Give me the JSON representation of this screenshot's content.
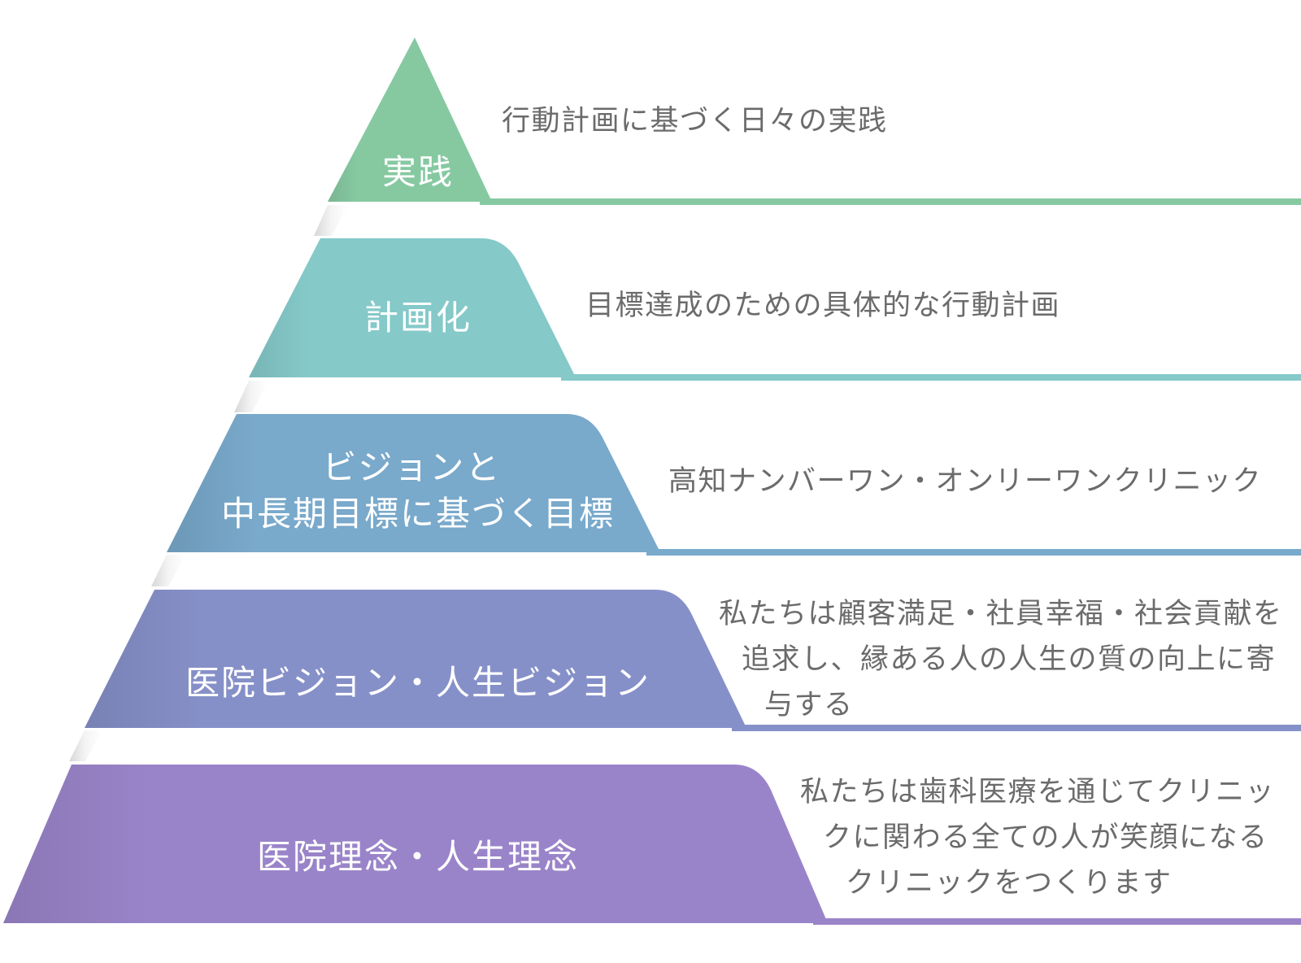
{
  "tiers": [
    {
      "label_lines": [
        "実践"
      ],
      "description_lines": [
        "行動計画に基づく日々の実践"
      ],
      "color": "#86c9a1"
    },
    {
      "label_lines": [
        "計画化"
      ],
      "description_lines": [
        "目標達成のための具体的な行動計画"
      ],
      "color": "#85c9c9"
    },
    {
      "label_lines": [
        "ビジョンと",
        "中長期目標に基づく目標"
      ],
      "description_lines": [
        "高知ナンバーワン・オンリーワンクリニック"
      ],
      "color": "#79a9cb"
    },
    {
      "label_lines": [
        "医院ビジョン・人生ビジョン"
      ],
      "description_lines": [
        "私たちは顧客満足・社員幸福・社会貢献を",
        "追求し、縁ある人の人生の質の向上に寄",
        "与する"
      ],
      "color": "#8690c8"
    },
    {
      "label_lines": [
        "医院理念・人生理念"
      ],
      "description_lines": [
        "私たちは歯科医療を通じてクリニッ",
        "クに関わる全ての人が笑顔になる",
        "クリニックをつくります"
      ],
      "color": "#9a84c9"
    }
  ]
}
